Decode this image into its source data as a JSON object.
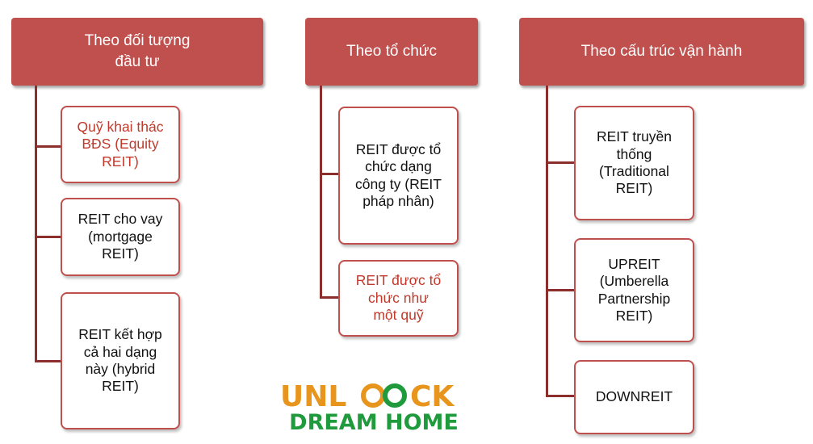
{
  "columns": [
    {
      "header": [
        "Theo đối tượng",
        "đầu tư"
      ],
      "items": [
        {
          "lines": [
            "Quỹ khai thác",
            "BĐS (Equity",
            "REIT)"
          ],
          "highlight": true
        },
        {
          "lines": [
            "REIT cho vay",
            "(mortgage",
            "REIT)"
          ],
          "highlight": false
        },
        {
          "lines": [
            "REIT kết hợp",
            "cả hai dạng",
            "này (hybrid",
            "REIT)"
          ],
          "highlight": false
        }
      ]
    },
    {
      "header": [
        "Theo tổ chức"
      ],
      "items": [
        {
          "lines": [
            "REIT được tổ",
            "chức dạng",
            "công ty (REIT",
            "pháp nhân)"
          ],
          "highlight": false
        },
        {
          "lines": [
            "REIT được tổ",
            "chức như",
            "một quỹ"
          ],
          "highlight": true
        }
      ]
    },
    {
      "header": [
        "Theo cấu trúc vận hành"
      ],
      "items": [
        {
          "lines": [
            "REIT truyền",
            "thống",
            "(Traditional",
            "REIT)"
          ],
          "highlight": false
        },
        {
          "lines": [
            "UPREIT",
            "(Umberella",
            "Partnership",
            "REIT)"
          ],
          "highlight": false
        },
        {
          "lines": [
            "DOWNREIT"
          ],
          "highlight": false
        }
      ]
    }
  ],
  "logo": {
    "line1": "UNLOCK",
    "line2": "DREAM HOME"
  },
  "colors": {
    "header_bg": "#c0504d",
    "box_border": "#c0504d",
    "highlight_text": "#c0392b",
    "logo_orange": "#e8951e",
    "logo_green": "#1f9a3c"
  }
}
